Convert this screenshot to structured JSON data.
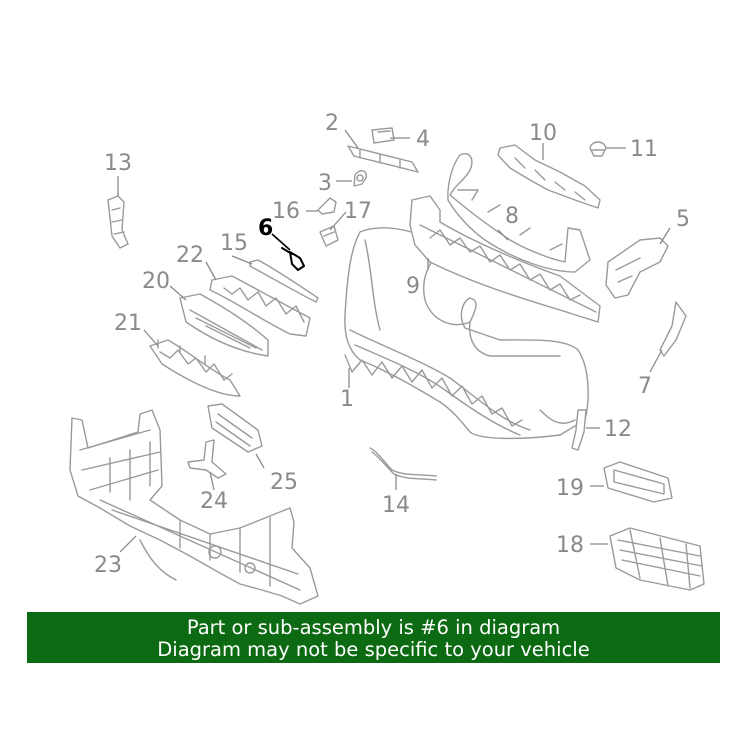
{
  "diagram": {
    "highlighted_part": "6",
    "callouts": [
      "1",
      "2",
      "3",
      "4",
      "5",
      "6",
      "7",
      "8",
      "9",
      "10",
      "11",
      "12",
      "13",
      "14",
      "15",
      "16",
      "17",
      "18",
      "19",
      "20",
      "21",
      "22",
      "23",
      "24",
      "25"
    ]
  },
  "banner": {
    "line1": "Part or sub-assembly is #6 in diagram",
    "line2": "Diagram may not be specific to your vehicle",
    "background": "#0c6a12",
    "text_color": "#ffffff"
  },
  "colors": {
    "line_art": "#9a9a9a",
    "highlight": "#000000"
  }
}
